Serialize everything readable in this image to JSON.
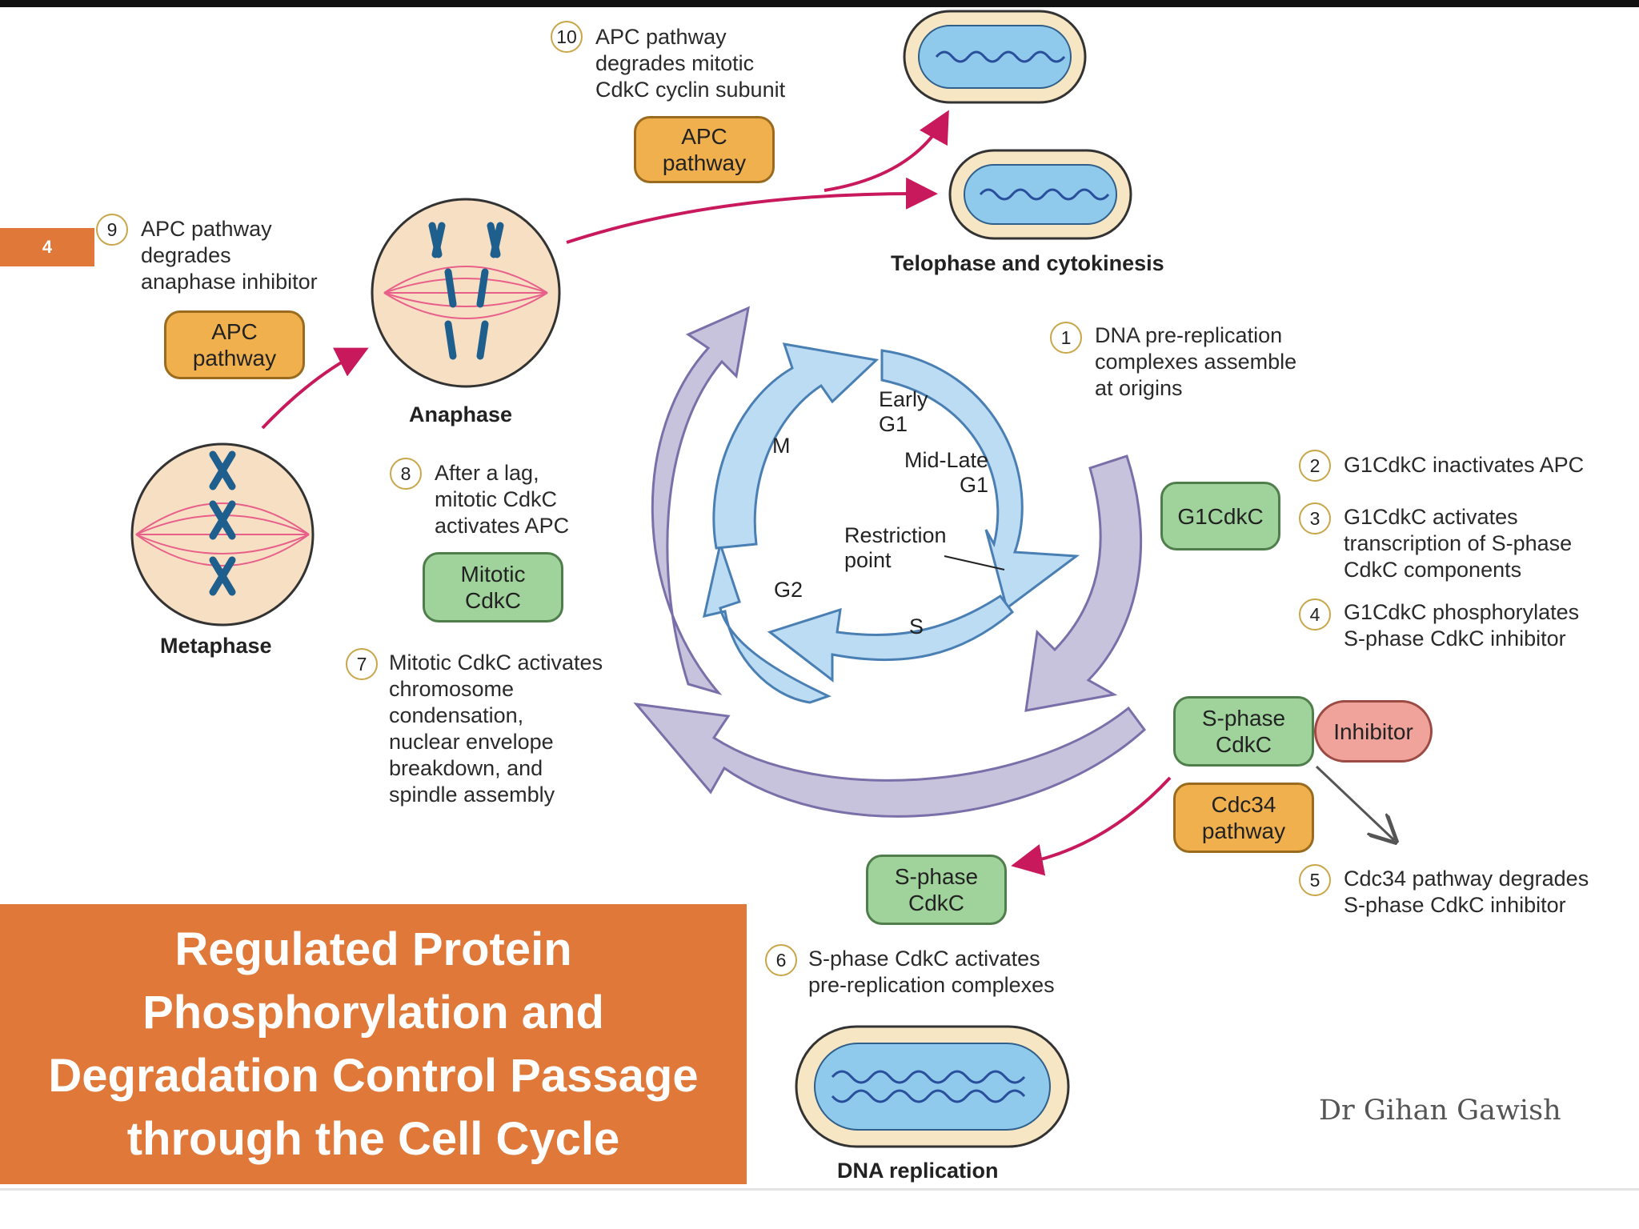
{
  "slide": {
    "page_number": "4",
    "title": "Regulated Protein\nPhosphorylation and\nDegradation Control Passage\nthrough the Cell Cycle",
    "author": "Dr Gihan Gawish"
  },
  "stages": {
    "telophase": "Telophase and cytokinesis",
    "anaphase": "Anaphase",
    "metaphase": "Metaphase",
    "dna_replication": "DNA replication"
  },
  "inner_cycle": {
    "early_g1": "Early\nG1",
    "mid_late_g1": "Mid-Late\nG1",
    "restriction_point": "Restriction\npoint",
    "m": "M",
    "g2": "G2",
    "s": "S"
  },
  "boxes": {
    "apc_top": "APC\npathway",
    "apc_left": "APC\npathway",
    "mitotic_cdkc": "Mitotic\nCdkC",
    "g1_cdkc": "G1CdkC",
    "sphase_cdkc_right": "S-phase\nCdkC",
    "inhibitor": "Inhibitor",
    "cdc34": "Cdc34\npathway",
    "sphase_cdkc_bottom": "S-phase\nCdkC"
  },
  "steps": [
    {
      "n": "1",
      "text": "DNA pre-replication\ncomplexes assemble\nat origins"
    },
    {
      "n": "2",
      "text": "G1CdkC inactivates APC"
    },
    {
      "n": "3",
      "text": "G1CdkC activates\ntranscription of S-phase\nCdkC components"
    },
    {
      "n": "4",
      "text": "G1CdkC phosphorylates\nS-phase CdkC inhibitor"
    },
    {
      "n": "5",
      "text": "Cdc34 pathway degrades\nS-phase CdkC inhibitor"
    },
    {
      "n": "6",
      "text": "S-phase CdkC activates\npre-replication complexes"
    },
    {
      "n": "7",
      "text": "Mitotic CdkC activates\nchromosome\ncondensation,\nnuclear envelope\nbreakdown, and\nspindle assembly"
    },
    {
      "n": "8",
      "text": "After a lag,\nmitotic CdkC\nactivates APC"
    },
    {
      "n": "9",
      "text": "APC pathway\ndegrades\nanaphase inhibitor"
    },
    {
      "n": "10",
      "text": "APC pathway\ndegrades mitotic\nCdkC cyclin subunit"
    }
  ],
  "colors": {
    "banner": "#df7838",
    "orange_box": "#f0b04e",
    "green_box": "#9fd39b",
    "inhibitor_box": "#f0a39a",
    "inner_arrow": "#bcdcf3",
    "outer_arrow": "#c8c3dd",
    "magenta_arrow": "#c8195c"
  }
}
